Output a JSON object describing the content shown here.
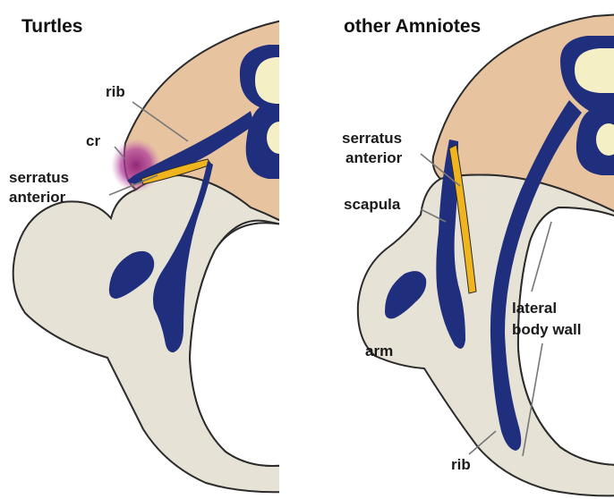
{
  "turtles": {
    "title": "Turtles",
    "labels": {
      "rib": "rib",
      "cr": "cr",
      "serratus_line1": "serratus",
      "serratus_line2": "anterior"
    }
  },
  "amniotes": {
    "title": "other Amniotes",
    "labels": {
      "serratus_line1": "serratus",
      "serratus_line2": "anterior",
      "scapula": "scapula",
      "arm": "arm",
      "lateral_line1": "lateral",
      "lateral_line2": "body wall",
      "rib": "rib"
    }
  },
  "colors": {
    "dorsal_tissue": "#e7c3a0",
    "body_tissue": "#e7e2d6",
    "bone": "#1f2f7e",
    "vertebra_core": "#f4efc4",
    "muscle": "#f0b51e",
    "carapacial_ridge": "#a3308a",
    "outline": "#2b2b2b"
  }
}
